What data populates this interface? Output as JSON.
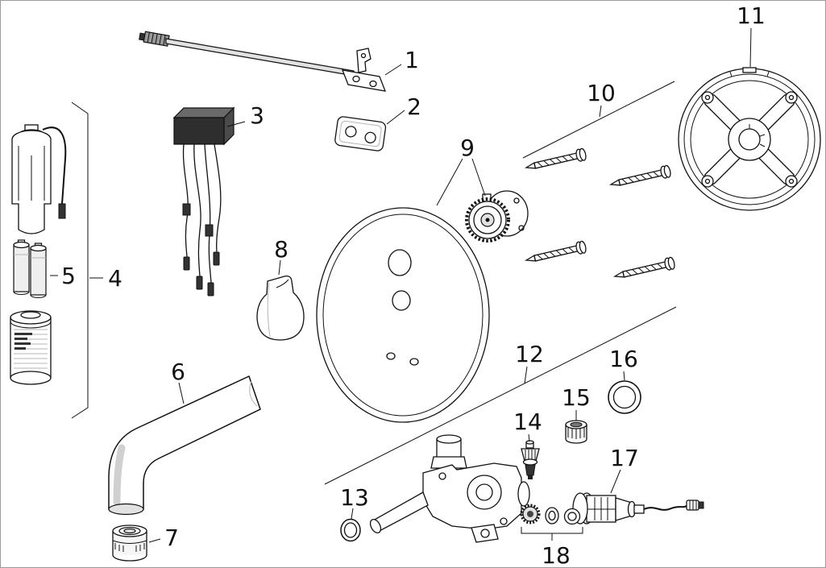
{
  "diagram": {
    "type": "exploded-parts-diagram",
    "subject": "thermostatic-faucet-spare-parts",
    "colors": {
      "background": "#ffffff",
      "line": "#111111",
      "shade": "#e2e2e2",
      "dark": "#333333"
    },
    "labels": [
      {
        "part": "control-rod-assembly",
        "text": "1"
      },
      {
        "part": "mounting-plate-small",
        "text": "2"
      },
      {
        "part": "electronics-box",
        "text": "3"
      },
      {
        "part": "sensor-battery-group",
        "text": "4"
      },
      {
        "part": "batteries",
        "text": "5"
      },
      {
        "part": "spout",
        "text": "6"
      },
      {
        "part": "aerator",
        "text": "7"
      },
      {
        "part": "handle-knob",
        "text": "8"
      },
      {
        "part": "cover-plate-and-cartridge",
        "text": "9"
      },
      {
        "part": "screws",
        "text": "10"
      },
      {
        "part": "mounting-ring",
        "text": "11"
      },
      {
        "part": "valve-body-assembly",
        "text": "12"
      },
      {
        "part": "o-ring-small",
        "text": "13"
      },
      {
        "part": "check-valve",
        "text": "14"
      },
      {
        "part": "bushing",
        "text": "15"
      },
      {
        "part": "o-ring-large",
        "text": "16"
      },
      {
        "part": "sensor-cartridge",
        "text": "17"
      },
      {
        "part": "seal-kit",
        "text": "18"
      }
    ]
  }
}
